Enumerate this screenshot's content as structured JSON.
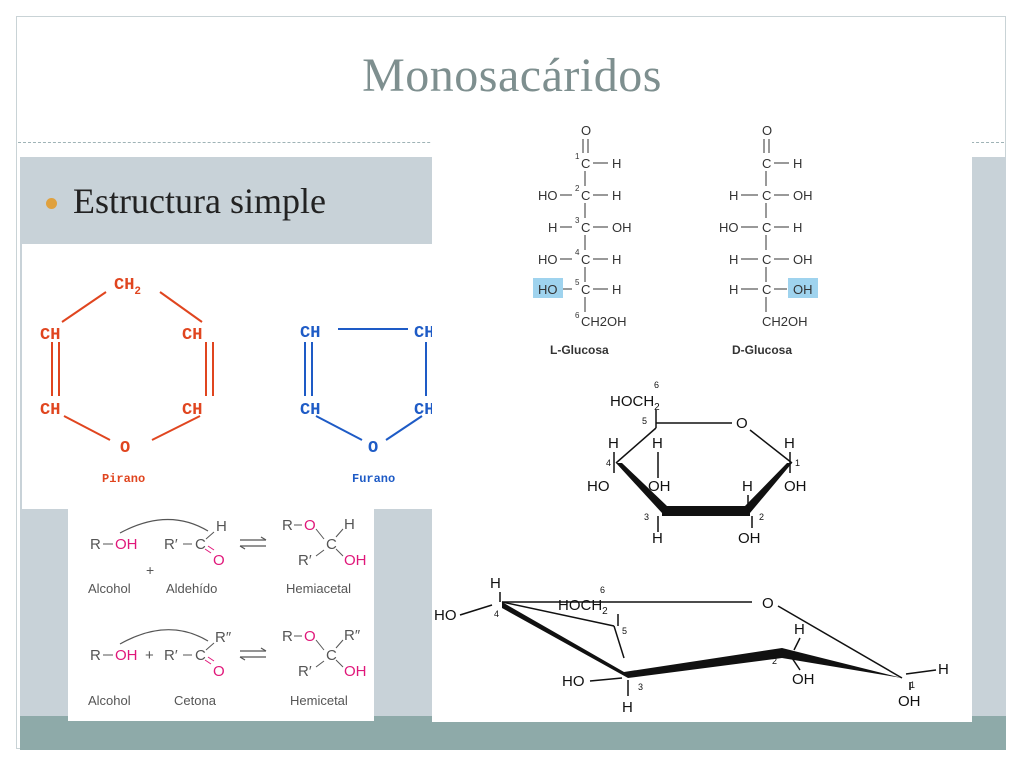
{
  "slide": {
    "title": "Monosacáridos",
    "bullet": "Estructura simple"
  },
  "rings": {
    "pirano": {
      "ch2": "CH",
      "sub2": "2",
      "ch": "CH",
      "o": "O",
      "label": "Pirano",
      "color": "#e0451f"
    },
    "furano": {
      "ch": "CH",
      "o": "O",
      "label": "Furano",
      "color": "#1e5bc6"
    }
  },
  "reactions": {
    "r_oh_r": "R",
    "oh": "OH",
    "r_prime": "R′",
    "c": "C",
    "h": "H",
    "o": "O",
    "r_dprime": "R″",
    "plus": "+",
    "alcohol": "Alcohol",
    "aldehido": "Aldehído",
    "hemiacetal": "Hemiacetal",
    "cetona": "Cetona",
    "hemicetal": "Hemicetal",
    "pink": "#e0177a"
  },
  "fischer": {
    "o": "O",
    "c": "C",
    "h": "H",
    "ho": "HO",
    "oh": "OH",
    "ch2oh": "CH2OH",
    "c6": "6",
    "n1": "1",
    "n2": "2",
    "n3": "3",
    "n4": "4",
    "n5": "5",
    "l_label": "L-Glucosa",
    "d_label": "D-Glucosa",
    "highlight": "#9fd3ee"
  },
  "haworth": {
    "hoch2": "HOCH",
    "sub2": "2",
    "o": "O",
    "h": "H",
    "oh": "OH",
    "ho": "HO",
    "n1": "1",
    "n2": "2",
    "n3": "3",
    "n4": "4",
    "n5": "5",
    "n6": "6"
  }
}
